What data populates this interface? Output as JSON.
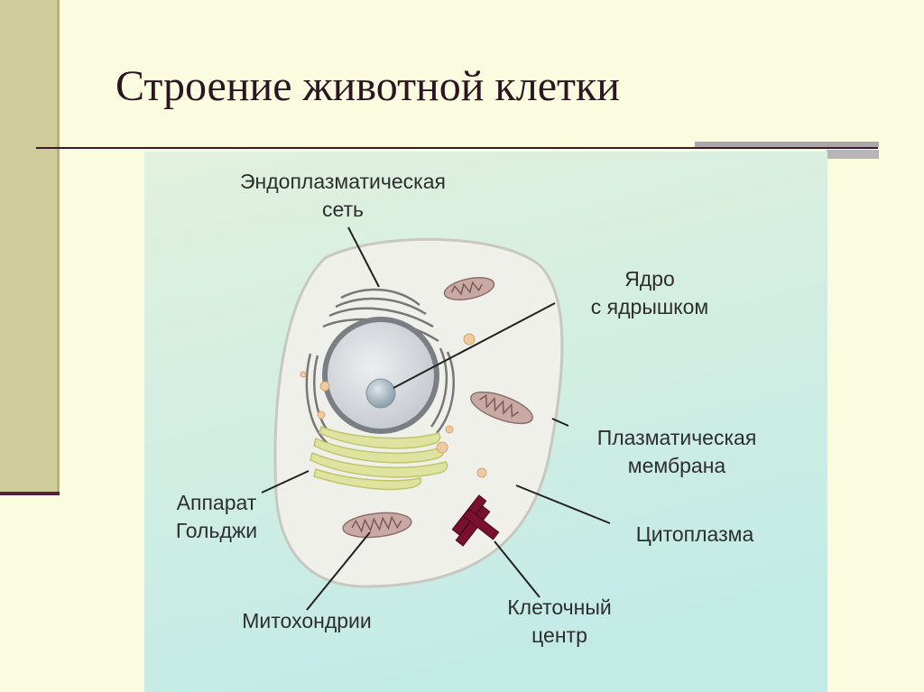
{
  "slide": {
    "title": "Строение животной клетки"
  },
  "diagram": {
    "labels": {
      "er": [
        "Эндоплазматическая",
        "сеть"
      ],
      "nucleus": [
        "Ядро",
        "с ядрышком"
      ],
      "membrane": [
        "Плазматическая",
        "мембрана"
      ],
      "cytoplasm": [
        "Цитоплазма"
      ],
      "golgi": [
        "Аппарат",
        "Гольджи"
      ],
      "mitochondria": [
        "Митохондрии"
      ],
      "centrosome": [
        "Клеточный",
        "центр"
      ]
    },
    "colors": {
      "background_top": "#dff0dc",
      "background_bottom": "#c6ece6",
      "cell_fill": "#f0f0ea",
      "nucleus_fill": "#d4d8dc",
      "golgi": "#dfe3a0",
      "mitochondria": "#c9a9a4",
      "centrosome": "#7a1030",
      "vesicle": "#efc9a0"
    }
  }
}
